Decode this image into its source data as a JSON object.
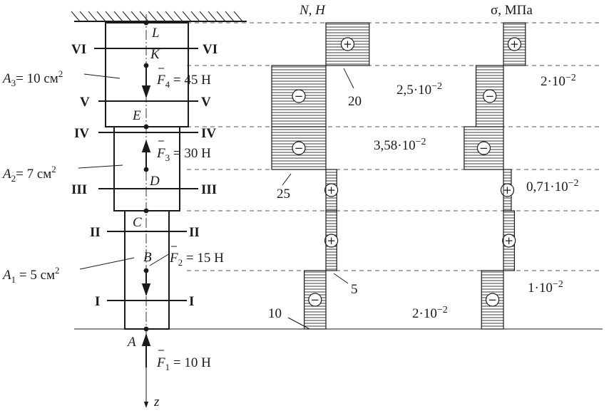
{
  "headers": {
    "n": "N, Н",
    "sigma": "σ, МПа"
  },
  "points": {
    "L": "L",
    "K": "K",
    "E": "E",
    "D": "D",
    "C": "C",
    "B": "B",
    "A": "A"
  },
  "sections": {
    "VI": "VI",
    "V": "V",
    "IV": "IV",
    "III": "III",
    "II": "II",
    "I": "I"
  },
  "areas": {
    "a3": "A3= 10 см2",
    "a2": "A2= 7 см2",
    "a1": "A1 = 5 см2"
  },
  "forces": {
    "f4": "F4 = 45 Н",
    "f3": "F3 = 30 Н",
    "f2": "F2 = 15 Н",
    "f1": "F1 = 10 Н"
  },
  "axis_label": "z",
  "n_diagram": {
    "labels": [
      "20",
      "25",
      "5",
      "10"
    ],
    "segments": [
      {
        "value": 20,
        "sign": "+"
      },
      {
        "value": -25,
        "sign": "−"
      },
      {
        "value": -25,
        "sign": "−"
      },
      {
        "value": 5,
        "sign": "+"
      },
      {
        "value": 5,
        "sign": "+"
      },
      {
        "value": -10,
        "sign": "−"
      }
    ]
  },
  "sigma_diagram": {
    "labels": {
      "s1": "2·10−2",
      "s2": "2,5·10−2",
      "s3": "3,58·10−2",
      "s4": "0,71·10−2",
      "s5": "1·10−2",
      "s6": "2·10−2"
    },
    "segments": [
      {
        "value": 0.02,
        "sign": "+"
      },
      {
        "value": -0.025,
        "sign": "−"
      },
      {
        "value": -0.0358,
        "sign": "−"
      },
      {
        "value": 0.0071,
        "sign": "+"
      },
      {
        "value": 0.01,
        "sign": "+"
      },
      {
        "value": -0.02,
        "sign": "−"
      }
    ]
  }
}
